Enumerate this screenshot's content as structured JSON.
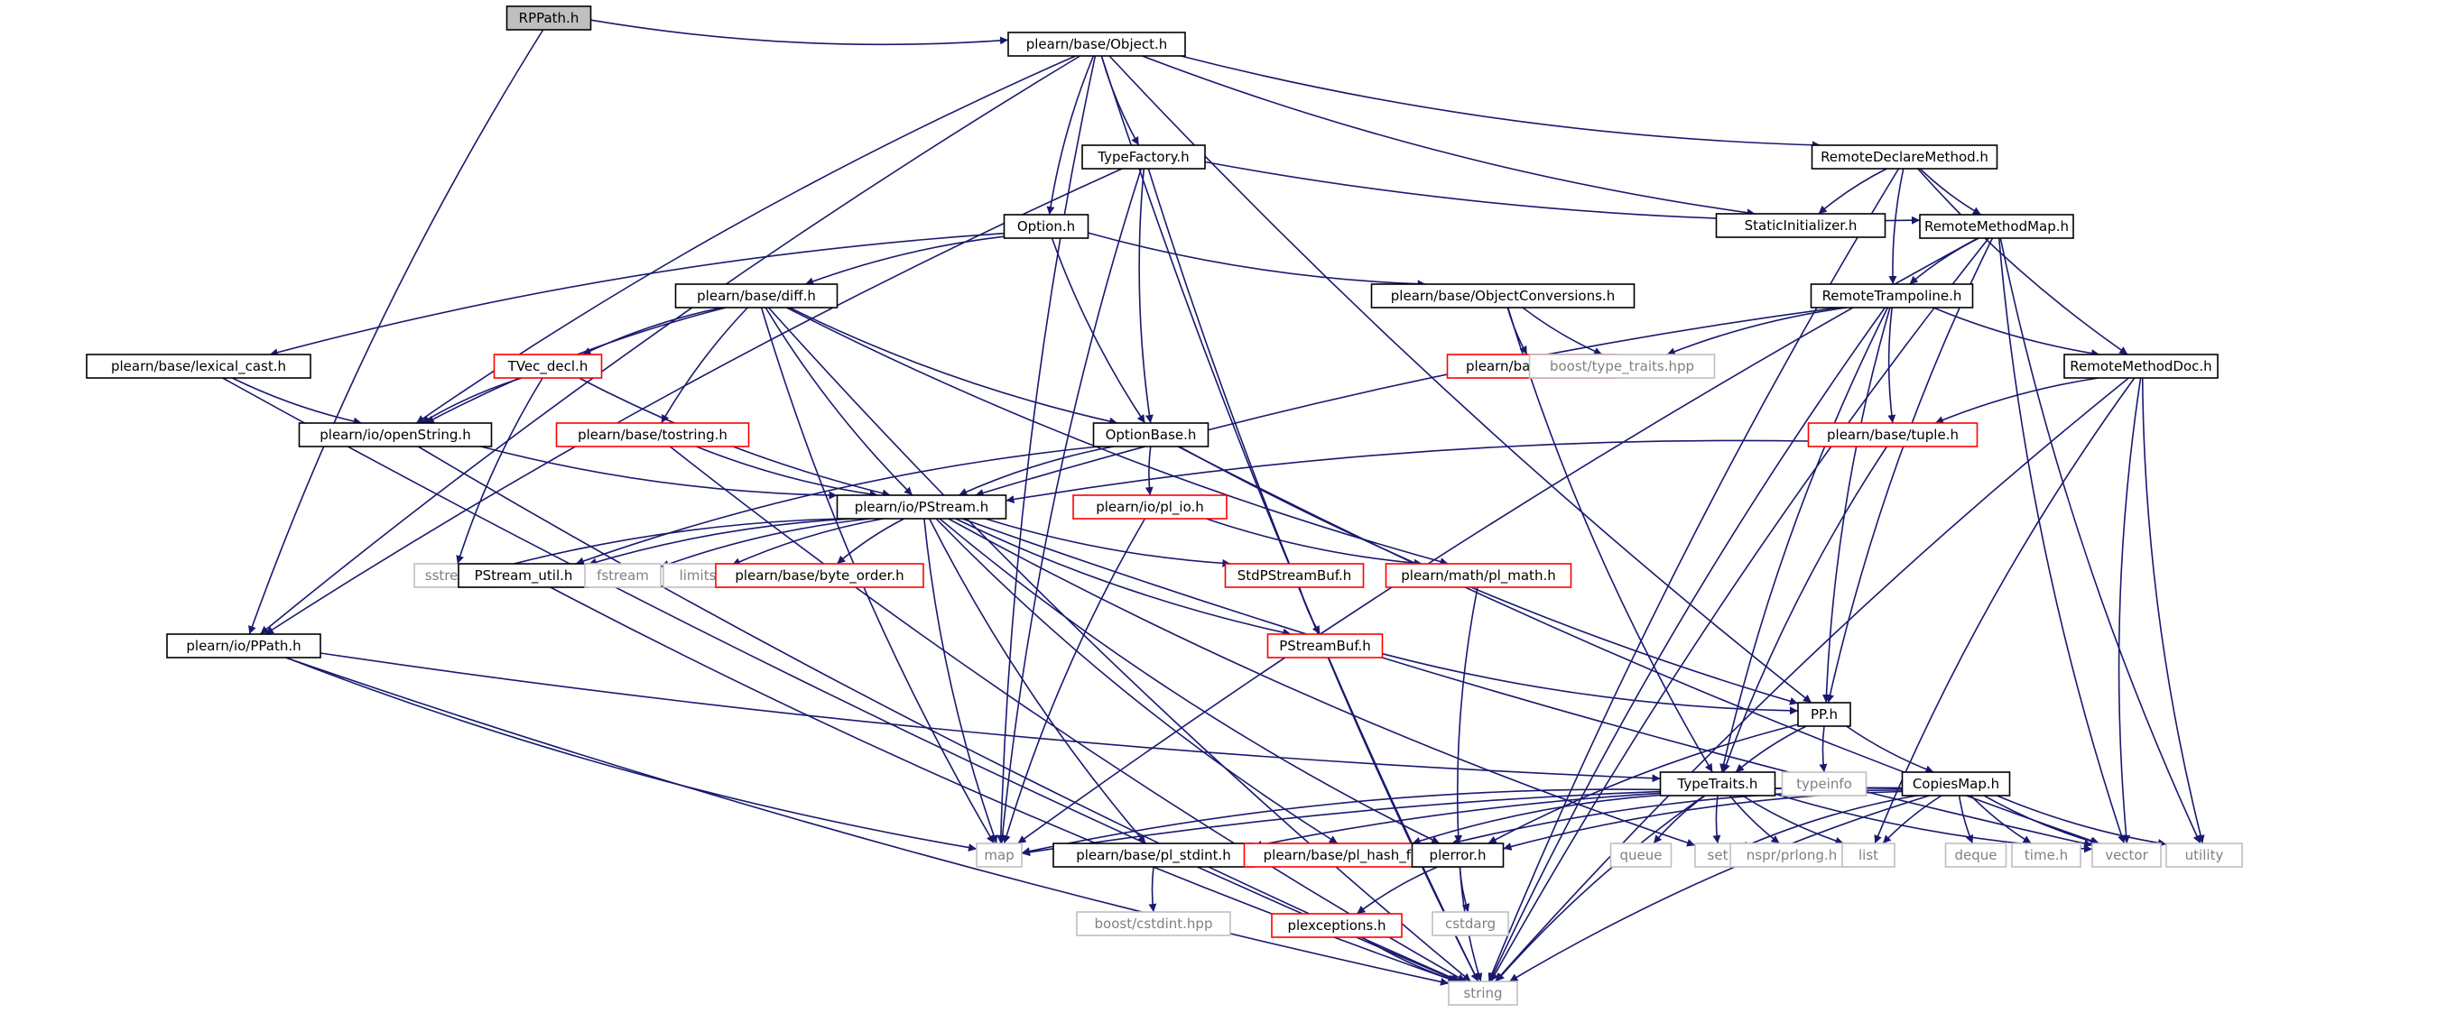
{
  "graph": {
    "colors": {
      "edge": "#191970",
      "root_fill": "#bfbfbf",
      "linked_border": "#000000",
      "missing_border": "#ff0000",
      "system_border": "#bfbfbf",
      "system_text": "#808080",
      "text": "#000000"
    },
    "nodes": [
      {
        "id": "root",
        "label": "RPPath.h",
        "kind": "root"
      },
      {
        "id": "object",
        "label": "plearn/base/Object.h",
        "kind": "linked"
      },
      {
        "id": "typefactory",
        "label": "TypeFactory.h",
        "kind": "linked"
      },
      {
        "id": "remotedeclare",
        "label": "RemoteDeclareMethod.h",
        "kind": "linked"
      },
      {
        "id": "staticinit",
        "label": "StaticInitializer.h",
        "kind": "linked"
      },
      {
        "id": "option",
        "label": "Option.h",
        "kind": "linked"
      },
      {
        "id": "remotemethodmap",
        "label": "RemoteMethodMap.h",
        "kind": "linked"
      },
      {
        "id": "diff",
        "label": "plearn/base/diff.h",
        "kind": "linked"
      },
      {
        "id": "objconv",
        "label": "plearn/base/ObjectConversions.h",
        "kind": "linked"
      },
      {
        "id": "trampoline",
        "label": "RemoteTrampoline.h",
        "kind": "linked"
      },
      {
        "id": "lexical",
        "label": "plearn/base/lexical_cast.h",
        "kind": "linked"
      },
      {
        "id": "tvecdecl",
        "label": "TVec_decl.h",
        "kind": "missing"
      },
      {
        "id": "array",
        "label": "plearn/base/Array.h",
        "kind": "missing"
      },
      {
        "id": "boosttt",
        "label": "boost/type_traits.hpp",
        "kind": "system"
      },
      {
        "id": "methoddoc",
        "label": "RemoteMethodDoc.h",
        "kind": "linked"
      },
      {
        "id": "openstring",
        "label": "plearn/io/openString.h",
        "kind": "linked"
      },
      {
        "id": "tostring",
        "label": "plearn/base/tostring.h",
        "kind": "missing"
      },
      {
        "id": "optionbase",
        "label": "OptionBase.h",
        "kind": "linked"
      },
      {
        "id": "tuple",
        "label": "plearn/base/tuple.h",
        "kind": "missing"
      },
      {
        "id": "pstream",
        "label": "plearn/io/PStream.h",
        "kind": "linked"
      },
      {
        "id": "plio",
        "label": "plearn/io/pl_io.h",
        "kind": "missing"
      },
      {
        "id": "sstream",
        "label": "sstream",
        "kind": "system"
      },
      {
        "id": "pstreamutil",
        "label": "PStream_util.h",
        "kind": "linked"
      },
      {
        "id": "fstream",
        "label": "fstream",
        "kind": "system"
      },
      {
        "id": "limits",
        "label": "limits",
        "kind": "system"
      },
      {
        "id": "byteorder",
        "label": "plearn/base/byte_order.h",
        "kind": "missing"
      },
      {
        "id": "stdpstreambuf",
        "label": "StdPStreamBuf.h",
        "kind": "missing"
      },
      {
        "id": "plmath",
        "label": "plearn/math/pl_math.h",
        "kind": "missing"
      },
      {
        "id": "ppath",
        "label": "plearn/io/PPath.h",
        "kind": "linked"
      },
      {
        "id": "pstreambuf",
        "label": "PStreamBuf.h",
        "kind": "missing"
      },
      {
        "id": "pp",
        "label": "PP.h",
        "kind": "linked"
      },
      {
        "id": "typetraits",
        "label": "TypeTraits.h",
        "kind": "linked"
      },
      {
        "id": "typeinfo",
        "label": "typeinfo",
        "kind": "system"
      },
      {
        "id": "copiesmap",
        "label": "CopiesMap.h",
        "kind": "linked"
      },
      {
        "id": "map",
        "label": "map",
        "kind": "system"
      },
      {
        "id": "stdint",
        "label": "plearn/base/pl_stdint.h",
        "kind": "linked"
      },
      {
        "id": "hashfun",
        "label": "plearn/base/pl_hash_fun.h",
        "kind": "missing"
      },
      {
        "id": "plerror",
        "label": "plerror.h",
        "kind": "linked"
      },
      {
        "id": "queue",
        "label": "queue",
        "kind": "system"
      },
      {
        "id": "set",
        "label": "set",
        "kind": "system"
      },
      {
        "id": "prlong",
        "label": "nspr/prlong.h",
        "kind": "system"
      },
      {
        "id": "list",
        "label": "list",
        "kind": "system"
      },
      {
        "id": "deque",
        "label": "deque",
        "kind": "system"
      },
      {
        "id": "timeh",
        "label": "time.h",
        "kind": "system"
      },
      {
        "id": "vector",
        "label": "vector",
        "kind": "system"
      },
      {
        "id": "utility",
        "label": "utility",
        "kind": "system"
      },
      {
        "id": "boostcstdint",
        "label": "boost/cstdint.hpp",
        "kind": "system"
      },
      {
        "id": "cstdarg",
        "label": "cstdarg",
        "kind": "system"
      },
      {
        "id": "plexceptions",
        "label": "plexceptions.h",
        "kind": "missing"
      },
      {
        "id": "string",
        "label": "string",
        "kind": "system"
      }
    ],
    "edges": [
      [
        "root",
        "object"
      ],
      [
        "root",
        "ppath"
      ],
      [
        "object",
        "typefactory"
      ],
      [
        "object",
        "remotedeclare"
      ],
      [
        "object",
        "staticinit"
      ],
      [
        "object",
        "option"
      ],
      [
        "object",
        "openstring"
      ],
      [
        "object",
        "ppath"
      ],
      [
        "object",
        "pp"
      ],
      [
        "object",
        "map"
      ],
      [
        "object",
        "string"
      ],
      [
        "typefactory",
        "remotemethodmap"
      ],
      [
        "typefactory",
        "optionbase"
      ],
      [
        "typefactory",
        "ppath"
      ],
      [
        "typefactory",
        "map"
      ],
      [
        "typefactory",
        "string"
      ],
      [
        "remotedeclare",
        "staticinit"
      ],
      [
        "remotedeclare",
        "remotemethodmap"
      ],
      [
        "remotedeclare",
        "trampoline"
      ],
      [
        "remotedeclare",
        "methoddoc"
      ],
      [
        "remotedeclare",
        "string"
      ],
      [
        "option",
        "diff"
      ],
      [
        "option",
        "objconv"
      ],
      [
        "option",
        "optionbase"
      ],
      [
        "option",
        "lexical"
      ],
      [
        "remotemethodmap",
        "trampoline"
      ],
      [
        "remotemethodmap",
        "pp"
      ],
      [
        "remotemethodmap",
        "vector"
      ],
      [
        "remotemethodmap",
        "utility"
      ],
      [
        "remotemethodmap",
        "string"
      ],
      [
        "remotemethodmap",
        "map"
      ],
      [
        "diff",
        "tvecdecl"
      ],
      [
        "diff",
        "tostring"
      ],
      [
        "diff",
        "optionbase"
      ],
      [
        "diff",
        "pstream"
      ],
      [
        "diff",
        "openstring"
      ],
      [
        "diff",
        "plmath"
      ],
      [
        "diff",
        "map"
      ],
      [
        "diff",
        "string"
      ],
      [
        "objconv",
        "array"
      ],
      [
        "objconv",
        "boosttt"
      ],
      [
        "objconv",
        "typetraits"
      ],
      [
        "trampoline",
        "boosttt"
      ],
      [
        "trampoline",
        "methoddoc"
      ],
      [
        "trampoline",
        "tuple"
      ],
      [
        "trampoline",
        "pstream"
      ],
      [
        "trampoline",
        "pp"
      ],
      [
        "trampoline",
        "typetraits"
      ],
      [
        "trampoline",
        "string"
      ],
      [
        "lexical",
        "openstring"
      ],
      [
        "lexical",
        "string"
      ],
      [
        "tvecdecl",
        "openstring"
      ],
      [
        "tvecdecl",
        "pstream"
      ],
      [
        "tvecdecl",
        "sstream"
      ],
      [
        "methoddoc",
        "tuple"
      ],
      [
        "methoddoc",
        "list"
      ],
      [
        "methoddoc",
        "vector"
      ],
      [
        "methoddoc",
        "utility"
      ],
      [
        "methoddoc",
        "string"
      ],
      [
        "openstring",
        "pstream"
      ],
      [
        "openstring",
        "string"
      ],
      [
        "tostring",
        "pstream"
      ],
      [
        "tostring",
        "string"
      ],
      [
        "optionbase",
        "pstream"
      ],
      [
        "optionbase",
        "plio"
      ],
      [
        "optionbase",
        "pstreamutil"
      ],
      [
        "optionbase",
        "pp"
      ],
      [
        "optionbase",
        "vector"
      ],
      [
        "tuple",
        "pstream"
      ],
      [
        "tuple",
        "typetraits"
      ],
      [
        "pstream",
        "sstream"
      ],
      [
        "pstream",
        "pstreamutil"
      ],
      [
        "pstream",
        "fstream"
      ],
      [
        "pstream",
        "limits"
      ],
      [
        "pstream",
        "byteorder"
      ],
      [
        "pstream",
        "stdpstreambuf"
      ],
      [
        "pstream",
        "pstreambuf"
      ],
      [
        "pstream",
        "map"
      ],
      [
        "pstream",
        "stdint"
      ],
      [
        "pstream",
        "hashfun"
      ],
      [
        "pstream",
        "plerror"
      ],
      [
        "pstream",
        "set"
      ],
      [
        "pstream",
        "vector"
      ],
      [
        "plio",
        "plmath"
      ],
      [
        "plio",
        "map"
      ],
      [
        "pstreamutil",
        "string"
      ],
      [
        "stdpstreambuf",
        "pstreambuf"
      ],
      [
        "plmath",
        "plerror"
      ],
      [
        "ppath",
        "typetraits"
      ],
      [
        "ppath",
        "map"
      ],
      [
        "ppath",
        "string"
      ],
      [
        "pstreambuf",
        "pp"
      ],
      [
        "pp",
        "typetraits"
      ],
      [
        "pp",
        "typeinfo"
      ],
      [
        "pp",
        "copiesmap"
      ],
      [
        "pp",
        "plerror"
      ],
      [
        "typetraits",
        "map"
      ],
      [
        "typetraits",
        "queue"
      ],
      [
        "typetraits",
        "set"
      ],
      [
        "typetraits",
        "prlong"
      ],
      [
        "typetraits",
        "list"
      ],
      [
        "typetraits",
        "vector"
      ],
      [
        "typetraits",
        "string"
      ],
      [
        "typetraits",
        "hashfun"
      ],
      [
        "copiesmap",
        "map"
      ],
      [
        "copiesmap",
        "set"
      ],
      [
        "copiesmap",
        "list"
      ],
      [
        "copiesmap",
        "deque"
      ],
      [
        "copiesmap",
        "timeh"
      ],
      [
        "copiesmap",
        "vector"
      ],
      [
        "copiesmap",
        "utility"
      ],
      [
        "copiesmap",
        "string"
      ],
      [
        "copiesmap",
        "plerror"
      ],
      [
        "copiesmap",
        "stdint"
      ],
      [
        "copiesmap",
        "hashfun"
      ],
      [
        "stdint",
        "boostcstdint"
      ],
      [
        "plerror",
        "cstdarg"
      ],
      [
        "plerror",
        "plexceptions"
      ],
      [
        "plerror",
        "string"
      ],
      [
        "plexceptions",
        "string"
      ]
    ]
  }
}
